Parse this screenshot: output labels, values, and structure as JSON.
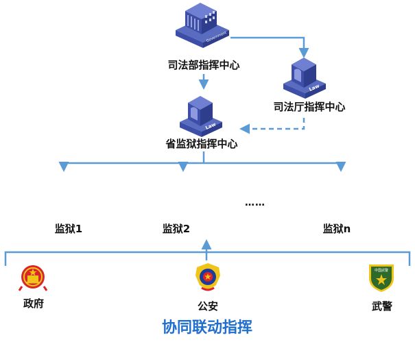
{
  "nodes": {
    "ministry": {
      "label": "司法部指挥中心",
      "plate": "Government"
    },
    "department": {
      "label": "司法厅指挥中心",
      "plate": "Law"
    },
    "provincial": {
      "label": "省监狱指挥中心",
      "plate": "Law"
    },
    "prisons": [
      {
        "label": "监狱1"
      },
      {
        "label": "监狱2"
      },
      {
        "label": "监狱n"
      }
    ],
    "ellipsis": "……"
  },
  "agencies": [
    {
      "label": "政府",
      "icon": "national-emblem-icon"
    },
    {
      "label": "公安",
      "icon": "police-badge-icon"
    },
    {
      "label": "武警",
      "icon": "armed-police-badge-icon",
      "badge_text": "中国武警"
    }
  ],
  "footer": {
    "title": "协同联动指挥"
  },
  "colors": {
    "line": "#5b9bd5",
    "title": "#1f6fcf",
    "building_top": "#5a6cc0",
    "building_side": "#2f3e8c",
    "building_front": "#3c4ea8",
    "emblem_red": "#d9262b",
    "emblem_gold": "#f0c419",
    "badge_green": "#2e6b2a"
  }
}
